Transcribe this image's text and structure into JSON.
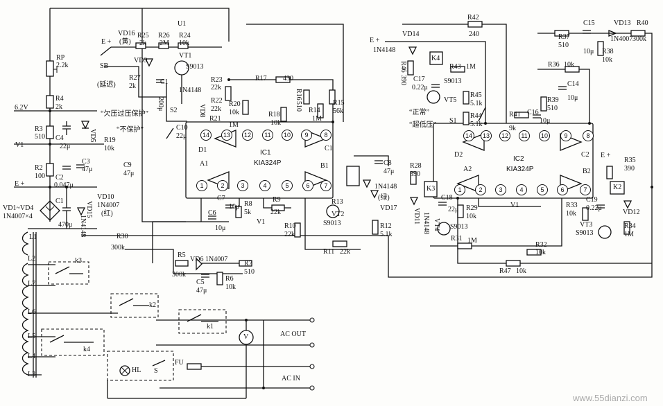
{
  "labels": {
    "vdd16": "VD16",
    "yellow": "(黄)",
    "eplus1": "E +",
    "eplus2": "E +",
    "eplus3": "E +",
    "eplus4": "E +",
    "r25": "R25",
    "r25v": "2k",
    "r26": "R26",
    "r26v": "2M",
    "r24": "R24",
    "r24v": "10k",
    "u1": "U1",
    "vt1": "VT1",
    "s9013a": "S9013",
    "vd9": "VD9",
    "sb": "SB",
    "yanshi": "(延迟)",
    "r27": "R27",
    "r27v": "2k",
    "rp": "RP",
    "rpv": "2.2k",
    "r4": "R4",
    "r4v": "2k",
    "v62": "6.2V",
    "r3": "R3",
    "r3v": "510",
    "c4": "C4",
    "c4v": "22μ",
    "vd5": "VD5",
    "v1a": "V1",
    "r2": "R2",
    "r2v": "100",
    "c2": "C2",
    "c2v": "0.047μ",
    "c3": "C3",
    "c3v": "47μ",
    "vd1vd4": "VD1~VD4",
    "n4007x4": "1N4007×4",
    "c1": "C1",
    "c1v": "470μ",
    "vd15": "VD15",
    "n4148a": "1N4148",
    "l1": "L1",
    "l2": "L2",
    "l3": "L3",
    "l4": "L4",
    "l5": "L5",
    "l6": "L6",
    "l7": "L7",
    "r19": "R19",
    "r19v": "10k",
    "c9": "C9",
    "c9v": "47μ",
    "vd10": "VD10",
    "n4007a": "1N4007",
    "red": "(红)",
    "r30": "R30",
    "r30v": "300k",
    "big": "“欠压过压保护”",
    "nobao": "“不保护”",
    "c10": "C10",
    "c10v": "22μ",
    "s2": "S2",
    "c1c": "C1",
    "c1cv": "200μ",
    "n4148b": "1N4148",
    "r23": "R23",
    "r23v": "22k",
    "r22": "R22",
    "r22v": "22k",
    "vd8": "VD8",
    "r21": "R21",
    "r21v": "1M",
    "r20": "R20",
    "r20v": "10k",
    "r17": "R17",
    "r17v": "430",
    "r18": "R18",
    "r18v": "10k",
    "r16": "R16",
    "r16v": "510",
    "r14": "R14",
    "r14v": "1M",
    "r15": "R15",
    "r15v": "56k",
    "ic1": "IC1",
    "kia1": "KIA324P",
    "d1": "D1",
    "a1": "A1",
    "b1": "B1",
    "c1op": "C1",
    "c7": "C7",
    "c7v": "10μ",
    "c6": "C6",
    "c6v": "10μ",
    "r8": "R8",
    "r8v": "5k",
    "r9": "R9",
    "r9v": "22k",
    "v1b": "V1",
    "r13": "R13",
    "vt2": "VT2",
    "s9013b": "S9013",
    "r10": "R10",
    "r10v": "22k",
    "r11": "R11",
    "r11v": "22k",
    "c8": "C8",
    "c8v": "47μ",
    "n4148c": "1N4148",
    "green": "(绿)",
    "vd17": "VD17",
    "r12": "R12",
    "r12v": "5.1k",
    "r5": "R5",
    "r5v": "300k",
    "vd6": "VD6",
    "n4007b": "1N4007",
    "r7": "R7",
    "r7v": "510",
    "c5": "C5",
    "c5v": "47μ",
    "r6": "R6",
    "r6v": "10k",
    "r42": "R42",
    "r42v": "240",
    "vd14": "VD14",
    "n4148d": "1N4148",
    "r46": "R46",
    "r46v": "390",
    "k4": "K4",
    "r43": "R43",
    "r43v": "1M",
    "c17": "C17",
    "c17v": "0.22μ",
    "s9013c": "S9013",
    "r45": "R45",
    "r45v": "5.1k",
    "vt5": "VT5",
    "r44": "R44",
    "r44v": "5.1k",
    "zhengchang": "“正常”",
    "s1": "S1",
    "chaodiya": "“超低压”",
    "r41": "R41",
    "r41v": "9k",
    "c16": "C16",
    "c16v": "10μ",
    "r37": "R37",
    "r37v": "510",
    "c15": "C15",
    "c15v": "10μ",
    "vd13": "VD13",
    "r40": "R40",
    "r40v": "300k",
    "r38": "R38",
    "r38v": "10k",
    "n4007c": "1N4007",
    "r36": "R36",
    "r36v": "10k",
    "c14": "C14",
    "c14v": "10μ",
    "r39": "R39",
    "r39v": "510",
    "ic2": "IC2",
    "kia2": "KIA324P",
    "d2": "D2",
    "a2": "A2",
    "b2": "B2",
    "c2op": "C2",
    "r28": "R28",
    "r28v": "390",
    "k3": "K3",
    "c18": "C18",
    "c18v": "22μ",
    "r29": "R29",
    "r29v": "10k",
    "vd11": "VD11",
    "n4148e": "1N4148",
    "vt4": "VT4",
    "s9013d": "S9013",
    "r31": "R31",
    "r31v": "1M",
    "v1c": "V1",
    "r35": "R35",
    "r35v": "390",
    "k2": "K2",
    "r33": "R33",
    "r33v": "10k",
    "c19": "C19",
    "c19v": "0.22μ",
    "vd12": "VD12",
    "vt3": "VT3",
    "s9013e": "S9013",
    "r34": "R34",
    "r34v": "1M",
    "r32": "R32",
    "r32v": "10k",
    "r47": "R47",
    "r47v": "10k",
    "k3r": "k3",
    "k2r": "k2",
    "k1r": "k1",
    "k4r": "k4",
    "v": "V",
    "acout": "AC OUT",
    "acin": "AC IN",
    "hl": "HL",
    "s": "S",
    "fu": "FU",
    "watermark": "www.55dianzi.com"
  },
  "pins_ic1": [
    "14",
    "13",
    "12",
    "11",
    "10",
    "9",
    "8",
    "1",
    "2",
    "3",
    "4",
    "5",
    "6",
    "7"
  ],
  "pins_ic2": [
    "14",
    "13",
    "12",
    "11",
    "10",
    "9",
    "8",
    "1",
    "2",
    "3",
    "4",
    "5",
    "6",
    "7"
  ]
}
